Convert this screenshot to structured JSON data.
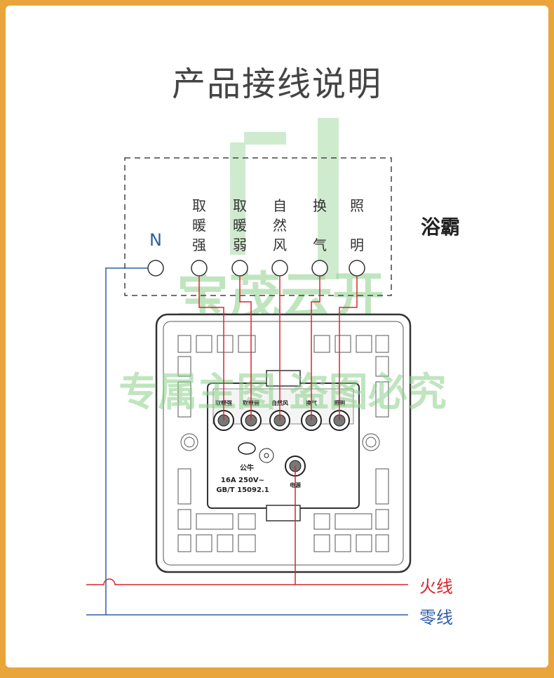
{
  "title": "产品接线说明",
  "device_label": "浴霸",
  "neutral_terminal": "N",
  "terminals": [
    "取暖强",
    "取暖弱",
    "自然风",
    "换气",
    "照明"
  ],
  "terminal_columns": [
    [
      "取",
      "暖",
      "强"
    ],
    [
      "取",
      "暖",
      "弱"
    ],
    [
      "自",
      "然",
      "风"
    ],
    [
      "换",
      "",
      "气"
    ],
    [
      "照",
      "",
      "明"
    ]
  ],
  "switch_terminal_labels": [
    "取暖强",
    "取暖弱",
    "自然风",
    "换气",
    "照明"
  ],
  "brand_text": "公牛",
  "rating_text": "16A 250V~",
  "standard_text": "GB/T 15092.1",
  "power_terminal_label": "电源",
  "live_wire_label": "火线",
  "neutral_wire_label": "零线",
  "watermark_top": "宝茂云开",
  "watermark_bottom": "专属主图 盗图必究",
  "colors": {
    "frame": "#e9a43a",
    "live_wire": "#d9262c",
    "neutral_wire": "#2f5ea8",
    "watermark": "#8cd08c"
  }
}
